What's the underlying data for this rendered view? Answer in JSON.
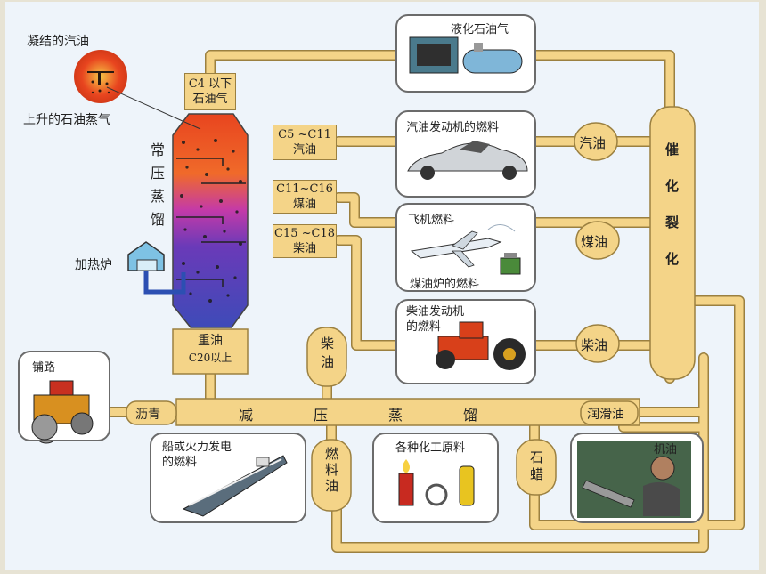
{
  "top_left": {
    "condensed_label": "凝结的汽油",
    "rising_label": "上升的石油蒸气",
    "furnace_label": "加热炉"
  },
  "column": {
    "name": "常压蒸馏",
    "residue_line1": "重油",
    "residue_line2": "C20以上"
  },
  "fractions": {
    "gas_line1": "C4 以下",
    "gas_line2": "石油气",
    "gasoline_line1": "C5 ~C11",
    "gasoline_line2": "汽油",
    "kerosene_line1": "C11~C16",
    "kerosene_line2": "煤油",
    "diesel_line1": "C15 ~C18",
    "diesel_line2": "柴油"
  },
  "uses": {
    "lpg": "液化石油气",
    "car_fuel": "汽油发动机的燃料",
    "jet_fuel": "飞机燃料",
    "stove_fuel": "煤油炉的燃料",
    "diesel_engine_line1": "柴油发动机",
    "diesel_engine_line2": "的燃料",
    "paving": "铺路",
    "ship_line1": "船或火力发电",
    "ship_line2": "的燃料",
    "chemicals": "各种化工原料",
    "engine_oil": "机油"
  },
  "nodes": {
    "gasoline": "汽油",
    "kerosene": "煤油",
    "diesel": "柴油",
    "cracking": "催化裂化",
    "diesel_v": "柴油",
    "asphalt": "沥青",
    "vacuum_distillation": "减压蒸馏",
    "lubricant": "润滑油",
    "fuel_oil": "燃料油",
    "paraffin": "石蜡"
  },
  "colors": {
    "pipe": "#f4d488",
    "pipe_outline": "#9b8040",
    "box_border": "#6b6b6b",
    "column_top": "#e8451f",
    "column_mid": "#b02ea8",
    "column_bottom": "#3e4bb8"
  }
}
